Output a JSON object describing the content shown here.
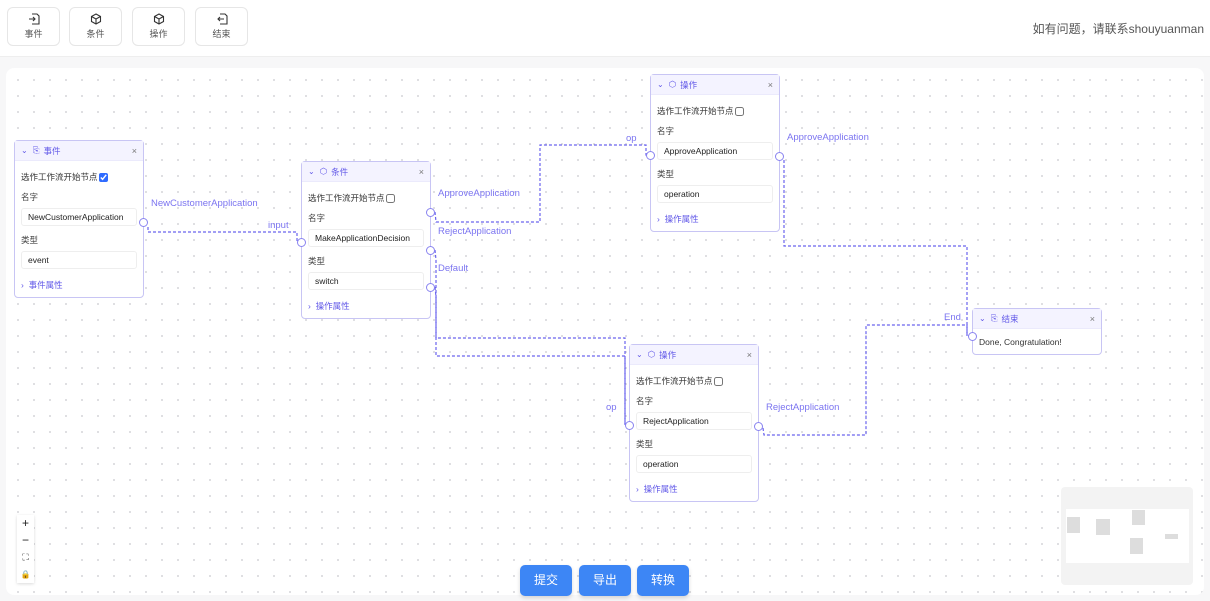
{
  "toolbar": {
    "items": [
      {
        "label": "事件",
        "icon": "file-import-icon"
      },
      {
        "label": "条件",
        "icon": "cube-icon"
      },
      {
        "label": "操作",
        "icon": "cube-icon"
      },
      {
        "label": "结束",
        "icon": "file-export-icon"
      }
    ],
    "help": "如有问题，请联系shouyuanman"
  },
  "common": {
    "start_label": "选作工作流开始节点",
    "name_label": "名字",
    "type_label": "类型"
  },
  "nodes": [
    {
      "title": "事件",
      "start_checked": true,
      "name": "NewCustomerApplication",
      "type": "event",
      "props": "事件属性"
    },
    {
      "title": "条件",
      "start_checked": false,
      "name": "MakeApplicationDecision",
      "type": "switch",
      "props": "操作属性"
    },
    {
      "title": "操作",
      "start_checked": false,
      "name": "ApproveApplication",
      "type": "operation",
      "props": "操作属性"
    },
    {
      "title": "操作",
      "start_checked": false,
      "name": "RejectApplication",
      "type": "operation",
      "props": "操作属性"
    },
    {
      "title": "结束",
      "message": "Done, Congratulation!"
    }
  ],
  "edge_labels": {
    "e1_src": "NewCustomerApplication",
    "e1_tgt": "input",
    "approve_src": "ApproveApplication",
    "reject_src": "RejectApplication",
    "default_src": "Default",
    "approve_tgt": "op",
    "approve_out": "ApproveApplication",
    "end_tgt": "End",
    "reject_tgt": "op",
    "reject_out": "RejectApplication"
  },
  "controls": {
    "zoom_in": "+",
    "zoom_out": "−",
    "fit": "⛶",
    "lock": "🔒"
  },
  "actions": {
    "submit": "提交",
    "export": "导出",
    "convert": "转换"
  },
  "colors": {
    "accent": "#6259e8",
    "edge": "#6a63ee",
    "button": "#3d86f5"
  }
}
